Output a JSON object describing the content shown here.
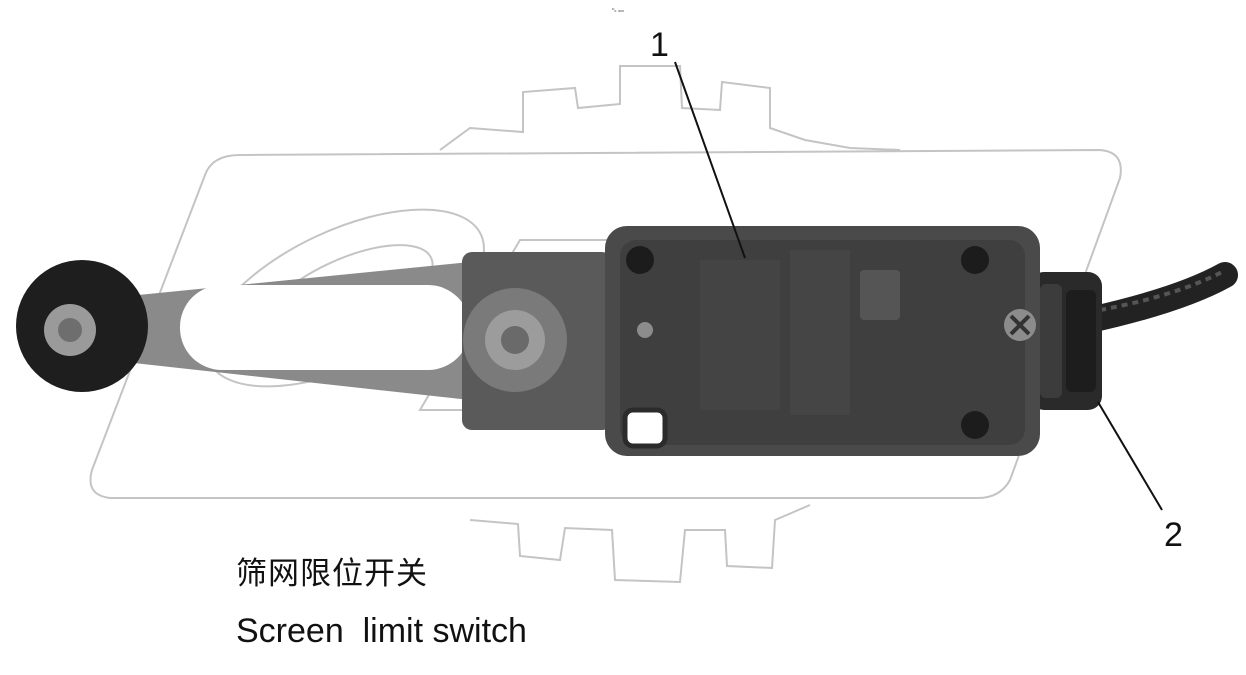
{
  "header": {
    "small_mark": "ᴰ₀ ₉₀₀"
  },
  "callouts": [
    {
      "number": "1",
      "target": "switch body"
    },
    {
      "number": "2",
      "target": "cable gland"
    }
  ],
  "caption": {
    "chinese": "筛网限位开关",
    "english": "Screen  limit switch"
  },
  "colors": {
    "background": "#ffffff",
    "watermark": "#bdbdbd",
    "switch_body": "#4a4a4a",
    "cable": "#222222"
  }
}
